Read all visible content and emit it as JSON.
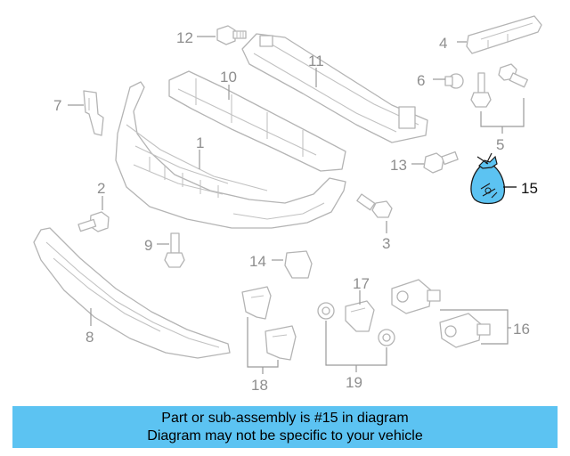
{
  "callouts": {
    "c1": "1",
    "c2": "2",
    "c3": "3",
    "c4": "4",
    "c5": "5",
    "c6": "6",
    "c7": "7",
    "c8": "8",
    "c9": "9",
    "c10": "10",
    "c11": "11",
    "c12": "12",
    "c13": "13",
    "c14": "14",
    "c15": "15",
    "c16": "16",
    "c17": "17",
    "c18": "18",
    "c19": "19"
  },
  "highlight": {
    "part_number": "15",
    "color": "#5cc3f2"
  },
  "banner": {
    "line1": "Part or sub-assembly is #15 in diagram",
    "line2": "Diagram may not be specific to your vehicle",
    "color": "#5cc3f2"
  }
}
